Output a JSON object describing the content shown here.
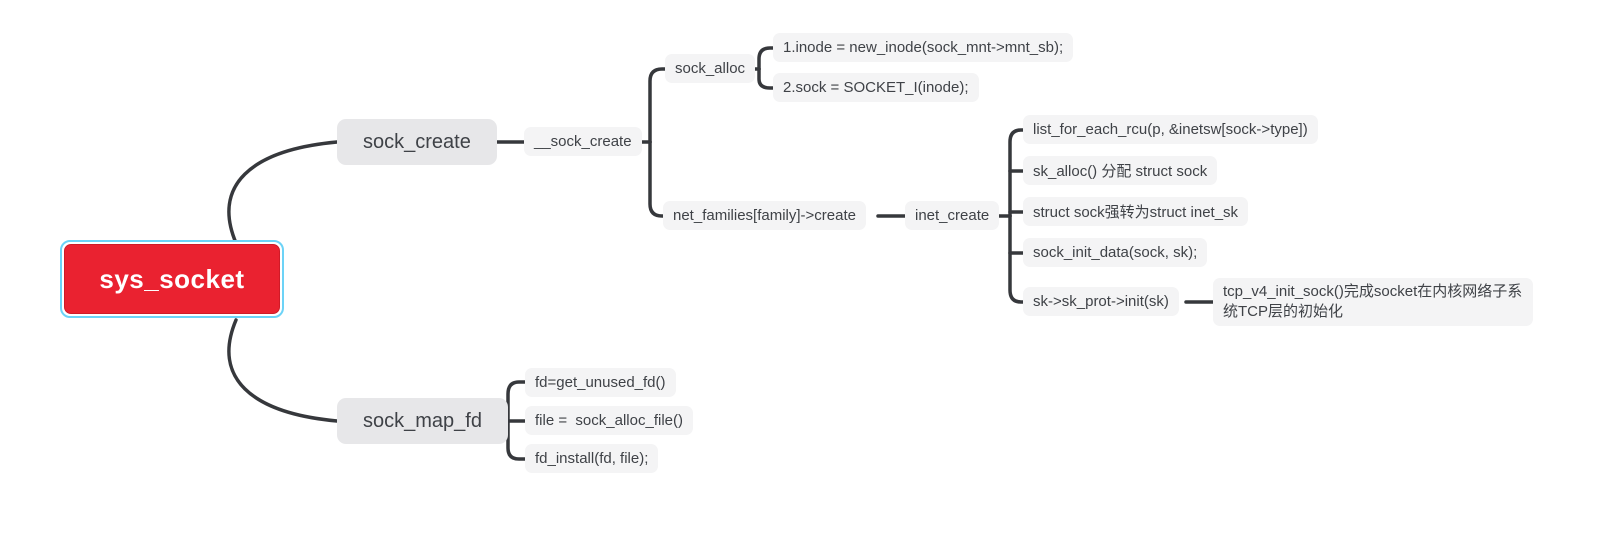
{
  "colors": {
    "background": "#ffffff",
    "connector": "#36383c",
    "root_bg": "#ea2230",
    "root_text": "#ffffff",
    "root_selection_border": "#6cd3f7",
    "branch_bg": "#e7e7e9",
    "leaf_bg": "#f4f4f5",
    "node_text": "#3f4247"
  },
  "mindmap": {
    "label": "sys_socket",
    "children": [
      {
        "label": "sock_create",
        "children": [
          {
            "label": "__sock_create",
            "children": [
              {
                "label": "sock_alloc",
                "children": [
                  {
                    "label": "1.inode = new_inode(sock_mnt->mnt_sb);"
                  },
                  {
                    "label": "2.sock = SOCKET_I(inode);"
                  }
                ]
              },
              {
                "label": "net_families[family]->create",
                "children": [
                  {
                    "label": "inet_create",
                    "children": [
                      {
                        "label": "list_for_each_rcu(p, &inetsw[sock->type])"
                      },
                      {
                        "label": "sk_alloc() 分配 struct sock"
                      },
                      {
                        "label": "struct sock强转为struct inet_sk"
                      },
                      {
                        "label": "sock_init_data(sock, sk);"
                      },
                      {
                        "label": "sk->sk_prot->init(sk)",
                        "children": [
                          {
                            "label": "tcp_v4_init_sock()完成socket在内核网络子系统TCP层的初始化"
                          }
                        ]
                      }
                    ]
                  }
                ]
              }
            ]
          }
        ]
      },
      {
        "label": "sock_map_fd",
        "children": [
          {
            "label": "fd=get_unused_fd()"
          },
          {
            "label": "file =  sock_alloc_file()"
          },
          {
            "label": "fd_install(fd, file);"
          }
        ]
      }
    ]
  }
}
